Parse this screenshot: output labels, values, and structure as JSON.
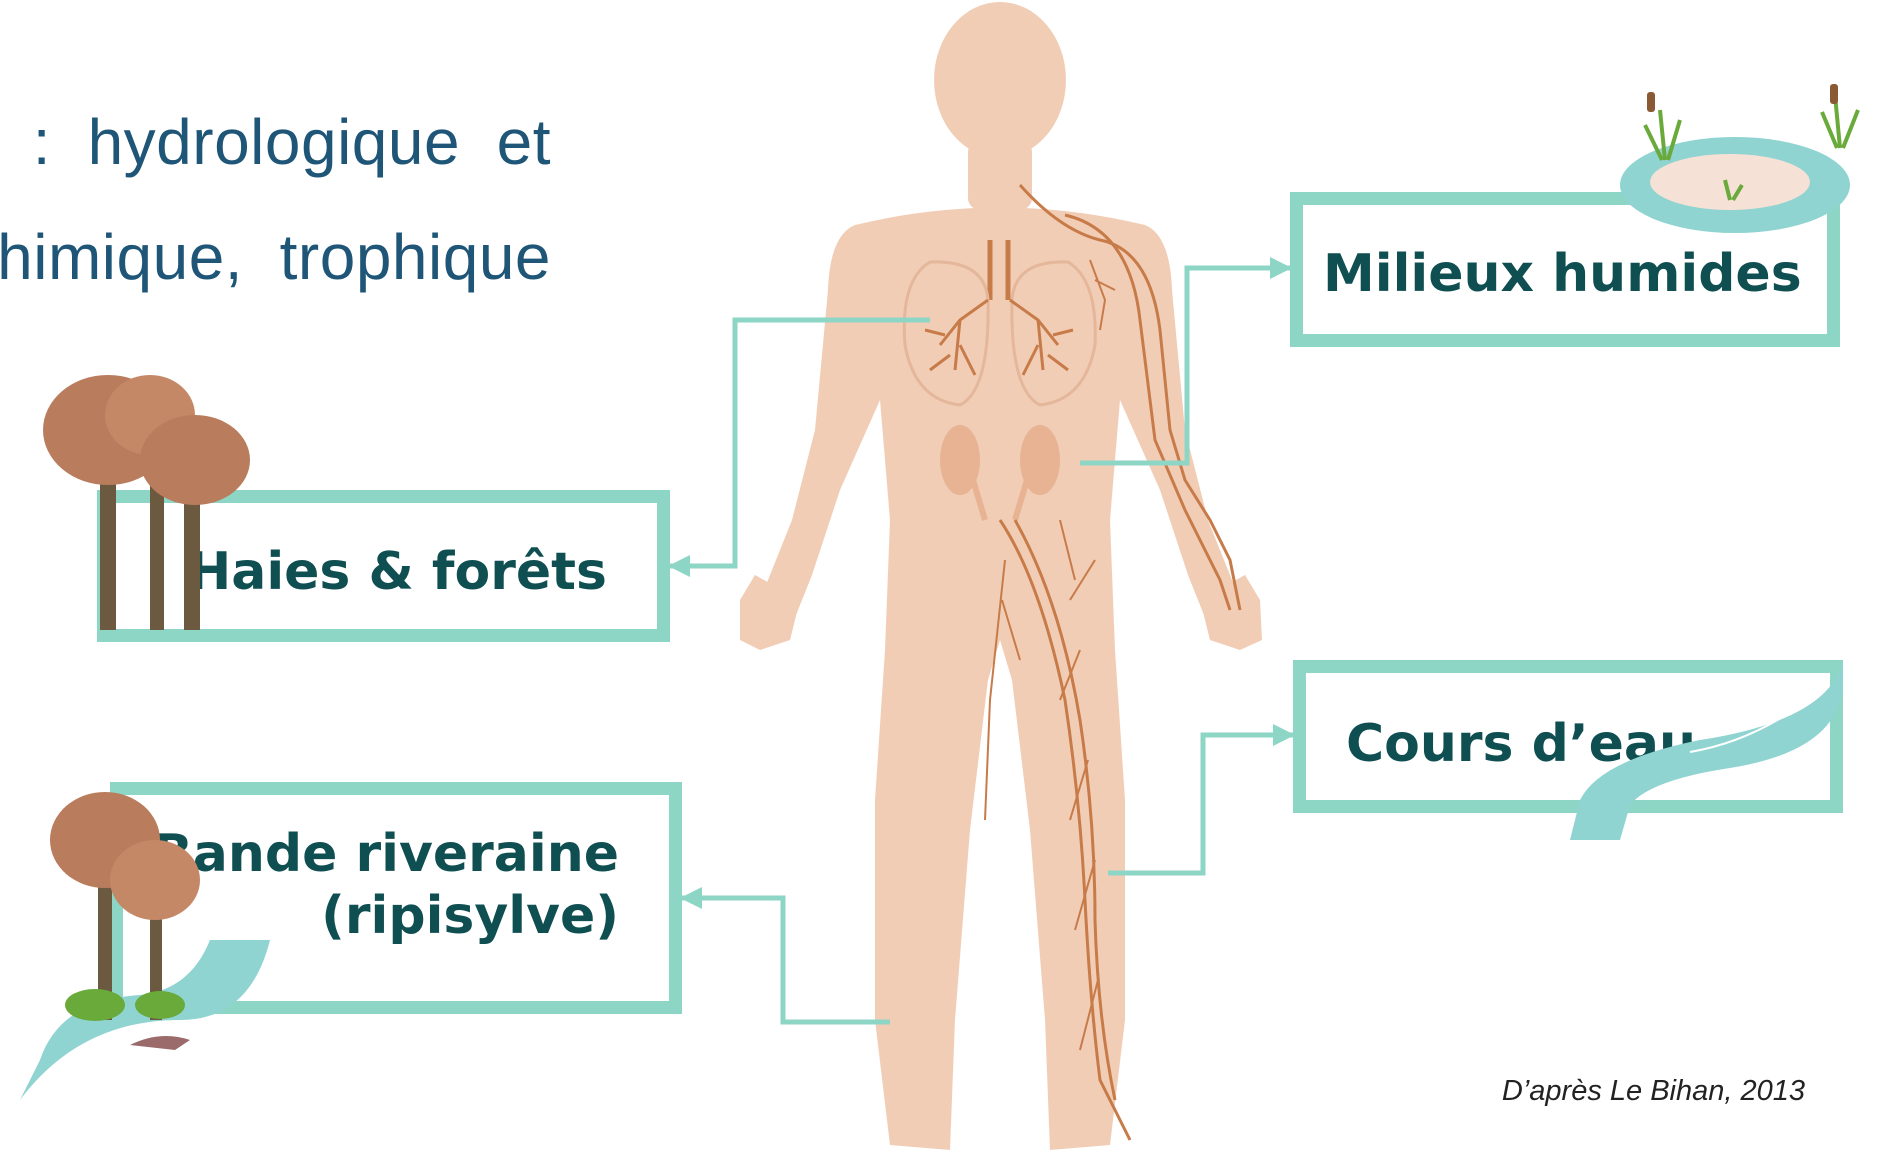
{
  "heading": {
    "line1": ":  hydrologique  et",
    "line2": "himique,  trophique"
  },
  "boxes": {
    "haies": "Haies & forêts",
    "bande": "Bande riveraine\n(ripisylve)",
    "milieux": "Milieux humides",
    "cours": "Cours d’eau"
  },
  "credit": "D’après Le Bihan, 2013",
  "colors": {
    "frame": "#8dd6c6",
    "label_text": "#0f4f52",
    "heading_text": "#1f5678",
    "body_skin": "#f2cdb5",
    "vessels": "#c77b49",
    "water": "#8fd4d1",
    "tree_canopy": "#b97c5d",
    "trunk": "#6c5a40",
    "grass": "#6aaa3a"
  },
  "icons": [
    "human-body-figure",
    "lungs-icon",
    "kidneys-icon",
    "blood-vessels",
    "tree-icon",
    "river-icon",
    "pond-icon",
    "reed-icon"
  ]
}
